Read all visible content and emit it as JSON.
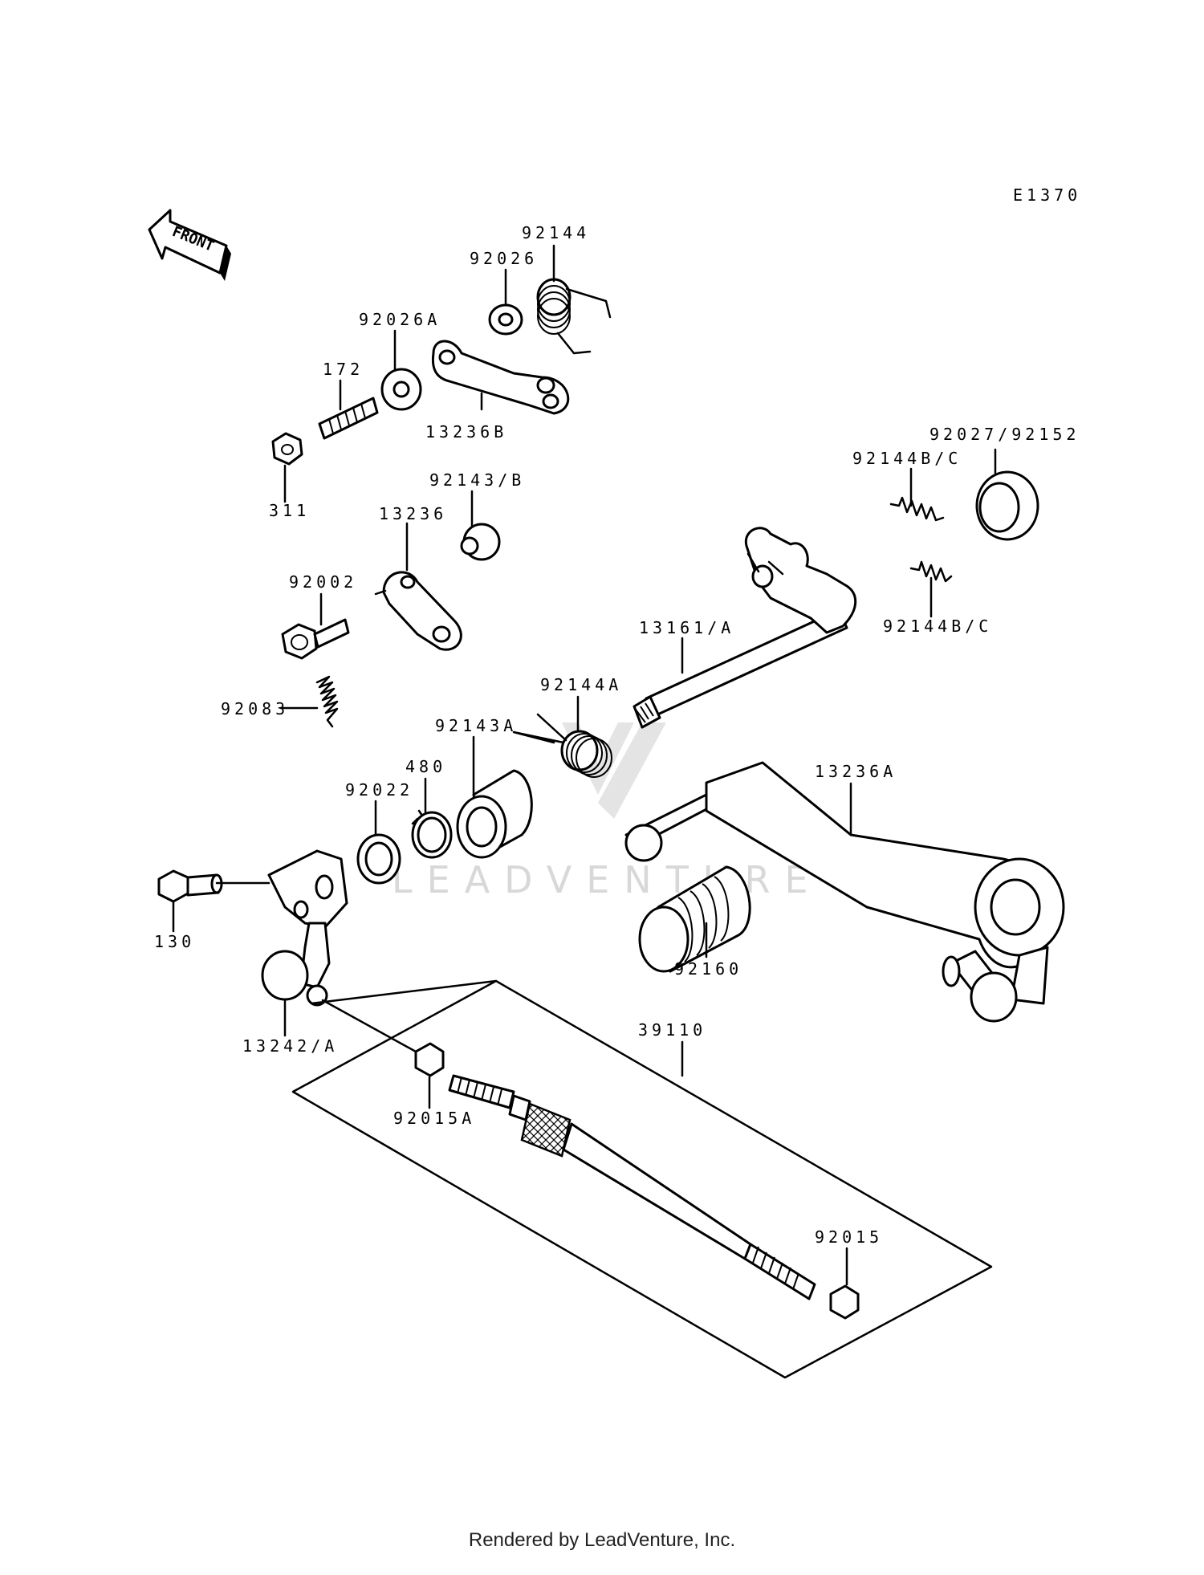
{
  "diagram": {
    "ref_code": "E1370",
    "front_label": "FRONT",
    "watermark": "LEADVENTURE",
    "callouts": {
      "p92144": "92144",
      "p92026": "92026",
      "p92026A": "92026A",
      "p172": "172",
      "p13236B": "13236B",
      "p311": "311",
      "p92143B": "92143/B",
      "p13236": "13236",
      "p92002": "92002",
      "p92083": "92083",
      "p92027": "92027/92152",
      "p92144BC_top": "92144B/C",
      "p92144BC_bot": "92144B/C",
      "p13161": "13161/A",
      "p92144A": "92144A",
      "p92143A": "92143A",
      "p480": "480",
      "p92022": "92022",
      "p13236A": "13236A",
      "p130": "130",
      "p92160": "92160",
      "p13242": "13242/A",
      "p39110": "39110",
      "p92015A": "92015A",
      "p92015": "92015"
    }
  },
  "footer": "Rendered by LeadVenture, Inc."
}
